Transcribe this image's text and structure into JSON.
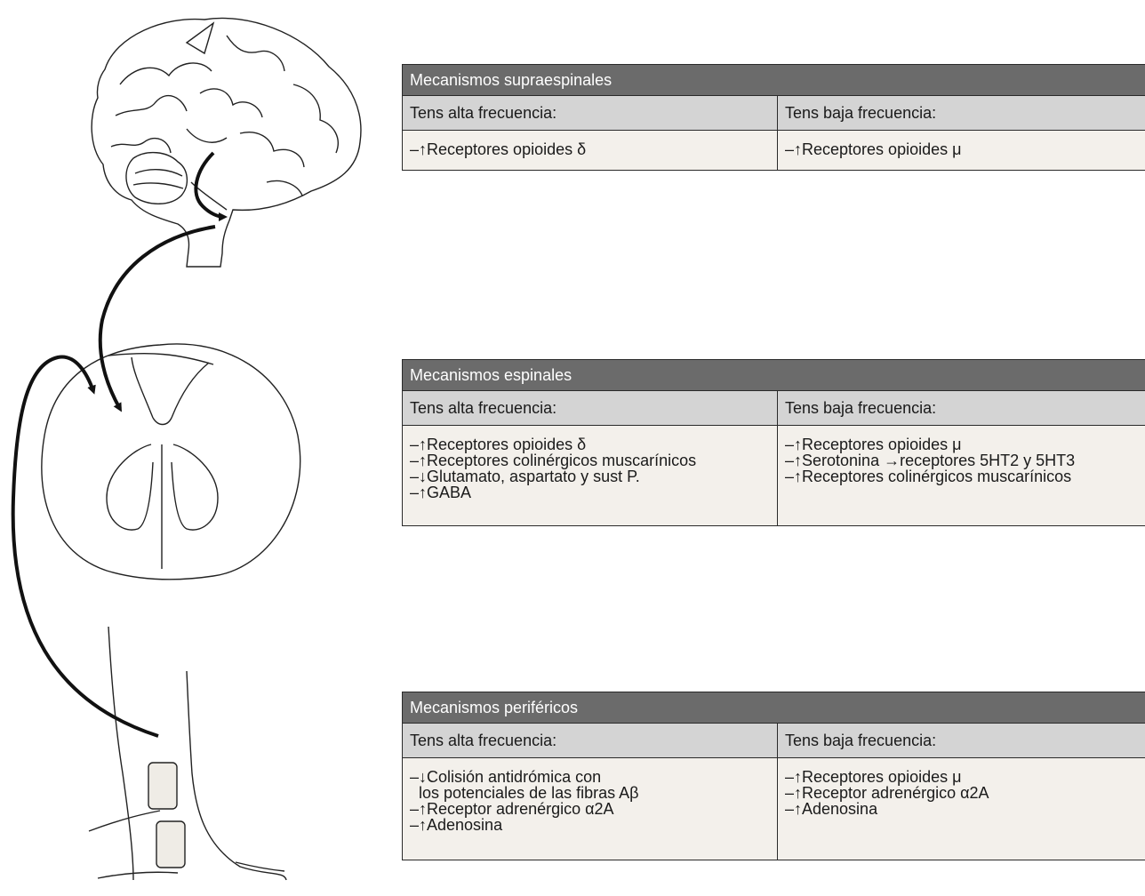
{
  "tables": [
    {
      "title": "Mecanismos supraespinales",
      "col_left_header": "Tens alta frecuencia:",
      "col_right_header": "Tens baja frecuencia:",
      "left_items": [
        "–↑Receptores opioides δ"
      ],
      "right_items": [
        "–↑Receptores opioides μ"
      ]
    },
    {
      "title": "Mecanismos espinales",
      "col_left_header": "Tens alta frecuencia:",
      "col_right_header": "Tens baja frecuencia:",
      "left_items": [
        "–↑Receptores opioides δ",
        "–↑Receptores colinérgicos muscarínicos",
        "–↓Glutamato, aspartato y sust P.",
        "–↑GABA"
      ],
      "right_items": [
        "–↑Receptores opioides μ",
        "–↑Serotonina →receptores 5HT2 y 5HT3",
        "–↑Receptores colinérgicos muscarínicos"
      ]
    },
    {
      "title": "Mecanismos periféricos",
      "col_left_header": "Tens alta frecuencia:",
      "col_right_header": "Tens baja frecuencia:",
      "left_items": [
        "–↓Colisión antidrómica con",
        "  los potenciales de las fibras Aβ",
        "–↑Receptor adrenérgico α2A",
        "–↑Adenosina"
      ],
      "right_items": [
        "–↑Receptores opioides μ",
        "–↑Receptor adrenérgico α2A",
        "–↑Adenosina"
      ]
    }
  ]
}
